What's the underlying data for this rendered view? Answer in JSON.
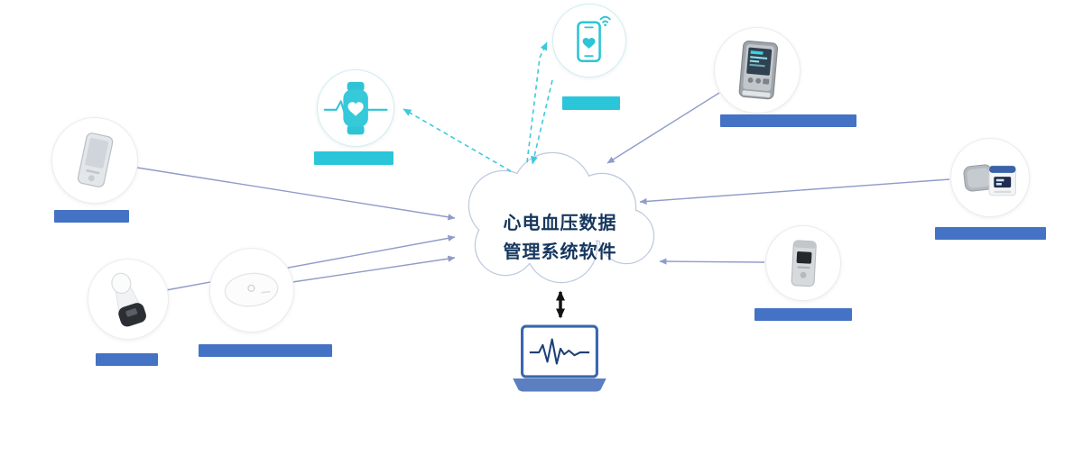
{
  "cloud": {
    "line1": "心电血压数据",
    "line2": "管理系统软件"
  },
  "colors": {
    "label_blue": "#4472c4",
    "label_cyan": "#2bc5d9",
    "solid_connector": "#8f9cc9",
    "dashed_connector": "#3ec9dd",
    "cloud_text": "#17375e",
    "cloud_outline": "#bcc9dd",
    "double_arrow": "#141414"
  },
  "nodes": [
    {
      "id": "handheld-ecg-recorder",
      "icon": "handheld-ecg-device-icon",
      "label_bar": "blue"
    },
    {
      "id": "ear-thermometer",
      "icon": "ear-thermometer-icon",
      "label_bar": "blue"
    },
    {
      "id": "patch-ecg-recorder",
      "icon": "patch-recorder-icon",
      "label_bar": "blue"
    },
    {
      "id": "smartwatch",
      "icon": "smartwatch-heart-icon",
      "label_bar": "cyan"
    },
    {
      "id": "smartphone-app",
      "icon": "smartphone-heart-icon",
      "label_bar": "cyan"
    },
    {
      "id": "ecg-monitor",
      "icon": "ecg-monitor-device-icon",
      "label_bar": "blue"
    },
    {
      "id": "blood-pressure-monitor",
      "icon": "bp-monitor-cuff-icon",
      "label_bar": "blue"
    },
    {
      "id": "holter-recorder",
      "icon": "holter-recorder-icon",
      "label_bar": "blue"
    },
    {
      "id": "pc-software",
      "icon": "laptop-ecg-icon",
      "label_bar": null
    }
  ],
  "edges": [
    {
      "from": "handheld-ecg-recorder",
      "to": "cloud",
      "style": "solid"
    },
    {
      "from": "ear-thermometer",
      "to": "cloud",
      "style": "solid"
    },
    {
      "from": "patch-ecg-recorder",
      "to": "cloud",
      "style": "solid"
    },
    {
      "from": "ecg-monitor",
      "to": "cloud",
      "style": "solid"
    },
    {
      "from": "blood-pressure-monitor",
      "to": "cloud",
      "style": "solid"
    },
    {
      "from": "holter-recorder",
      "to": "cloud",
      "style": "solid"
    },
    {
      "from": "cloud",
      "to": "smartwatch",
      "style": "dashed"
    },
    {
      "from": "cloud",
      "to": "smartphone-app",
      "style": "dashed-bidirectional"
    },
    {
      "from": "cloud",
      "to": "pc-software",
      "style": "double-arrow"
    }
  ]
}
